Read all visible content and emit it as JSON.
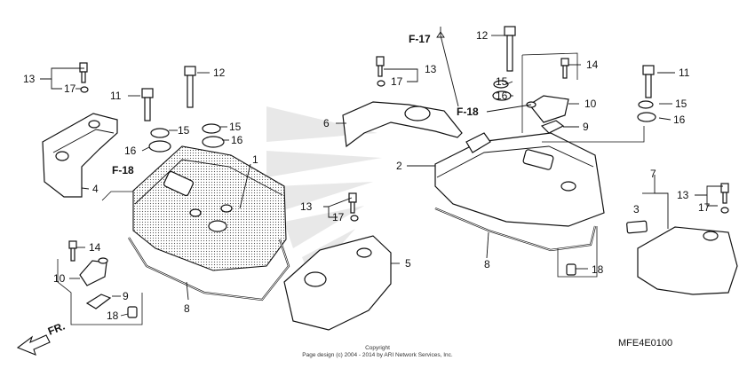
{
  "callouts": {
    "left_13": "13",
    "left_17": "17",
    "left_4": "4",
    "left_11": "11",
    "left_12": "12",
    "left_15a": "15",
    "left_15b": "15",
    "left_16a": "16",
    "left_16b": "16",
    "left_1": "1",
    "left_f18": "F-18",
    "left_14": "14",
    "left_10": "10",
    "left_9": "9",
    "left_18": "18",
    "left_8": "8",
    "mid_6": "6",
    "mid_13": "13",
    "mid_17": "17",
    "mid_13b": "13",
    "mid_17b": "17",
    "mid_5": "5",
    "mid_f17": "F-17",
    "right_12": "12",
    "right_15": "15",
    "right_16": "16",
    "right_14": "14",
    "right_f18": "F-18",
    "right_10": "10",
    "right_9": "9",
    "right_2": "2",
    "right_8": "8",
    "right_18": "18",
    "right_11": "11",
    "right_15b": "15",
    "right_16b": "16",
    "right_7": "7",
    "right_3": "3",
    "right_13": "13",
    "right_17": "17"
  },
  "direction_label": "FR.",
  "diagram_code": "MFE4E0100",
  "copyright_line1": "Copyright",
  "copyright_line2": "Page design (c) 2004 - 2014 by ARI Network Services, Inc.",
  "colors": {
    "ink": "#111111",
    "watermark": "#bdbdbd",
    "paper": "#ffffff"
  },
  "icons": [
    "front-direction-arrow-icon",
    "wing-logo-watermark"
  ]
}
